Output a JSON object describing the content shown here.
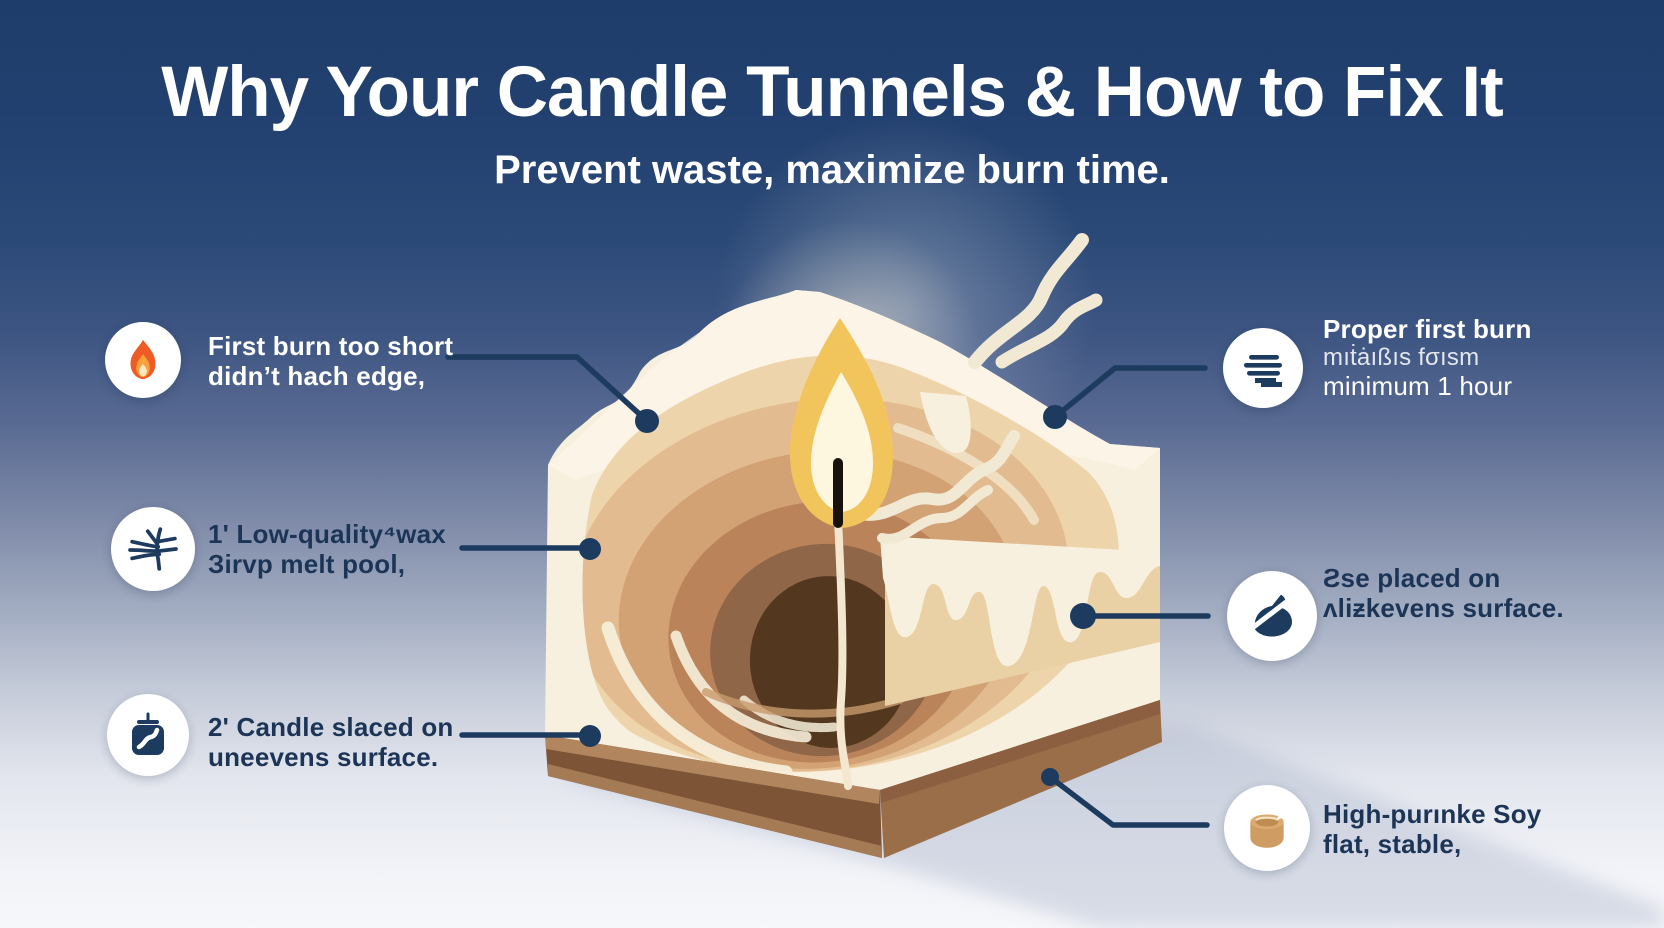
{
  "header": {
    "title": "Why Your Candle Tunnels & How to Fix It",
    "subtitle": "Prevent waste, maximize burn time."
  },
  "callouts": {
    "left": [
      {
        "icon": "flame-icon",
        "lines": [
          "First burn too short",
          "didn’t hach edge,"
        ]
      },
      {
        "icon": "wax-scribble-icon",
        "lines": [
          "1ʹ Low-quality⁴wax",
          "Зirvp melt pool,"
        ]
      },
      {
        "icon": "candle-jar-icon",
        "lines": [
          "2ʹ Candle slaced on",
          "uneevens surface."
        ]
      }
    ],
    "right": [
      {
        "icon": "burn-layers-icon",
        "lines": [
          "Proper first burn",
          "mıṫȧıßıs fσısm",
          "minimum 1 hour"
        ]
      },
      {
        "icon": "placement-icon",
        "lines": [
          "Ƨse placed on",
          "ʌliƶkevens surface."
        ]
      },
      {
        "icon": "soy-tin-icon",
        "lines": [
          "High-purınke Soy",
          "flat, stable,"
        ]
      }
    ]
  },
  "palette": {
    "bg_top": "#1f3d6a",
    "bg_bottom": "#f6f7fa",
    "navy": "#1d3a5f",
    "text_dark": "#1c3557",
    "text_light": "#ffffff",
    "wax_cream": "#f8f0de",
    "wax_tan": "#eed4ab",
    "tunnel_deep": "#53371f",
    "base_brown": "#7e5437",
    "flame_gold": "#f2c45c",
    "flame_core": "#fdf7e0",
    "flame_icon_orange": "#ee5b25",
    "smoke_cream": "#f2e9d4"
  }
}
